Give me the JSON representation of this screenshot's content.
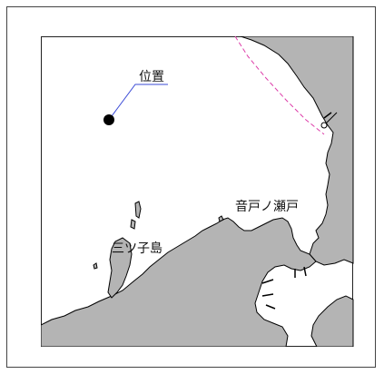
{
  "map": {
    "marker_label": "位置",
    "place_labels": {
      "ondo_strait": "音戸ノ瀬戸",
      "mitsugo_island": "三ツ子島"
    }
  },
  "colors": {
    "land": "#b4b4b4",
    "coast": "#000000",
    "boundary_line": "#dd3aa8",
    "leader_line": "#3b4bd6"
  }
}
